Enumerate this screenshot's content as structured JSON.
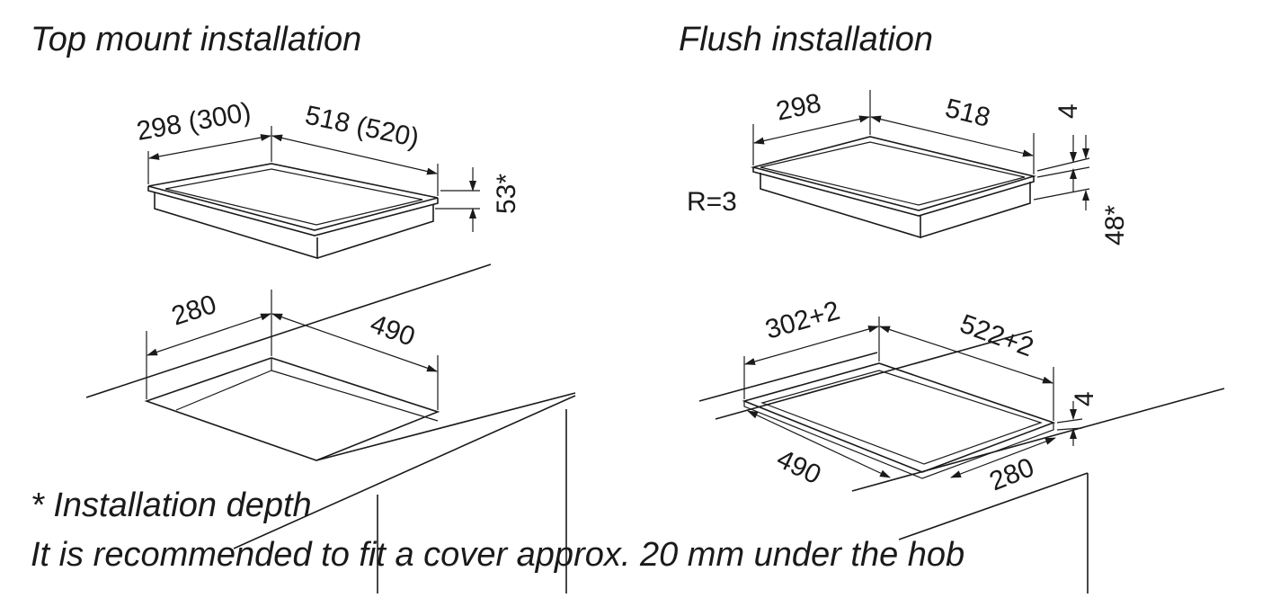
{
  "titles": {
    "top_mount": "Top mount installation",
    "flush": "Flush installation"
  },
  "top_mount": {
    "hob_width": "298 (300)",
    "hob_length": "518 (520)",
    "hob_depth": "53*",
    "cutout_width": "280",
    "cutout_length": "490"
  },
  "flush": {
    "hob_width": "298",
    "hob_length": "518",
    "frame_thickness": "4",
    "hob_depth": "48*",
    "corner_radius": "R=3",
    "recess_width": "302+2",
    "recess_length": "522+2",
    "recess_depth": "4",
    "cutout_length": "490",
    "cutout_width": "280"
  },
  "notes": {
    "asterisk": "* Installation depth",
    "cover": "It is recommended to fit a cover approx. 20 mm under the hob"
  }
}
